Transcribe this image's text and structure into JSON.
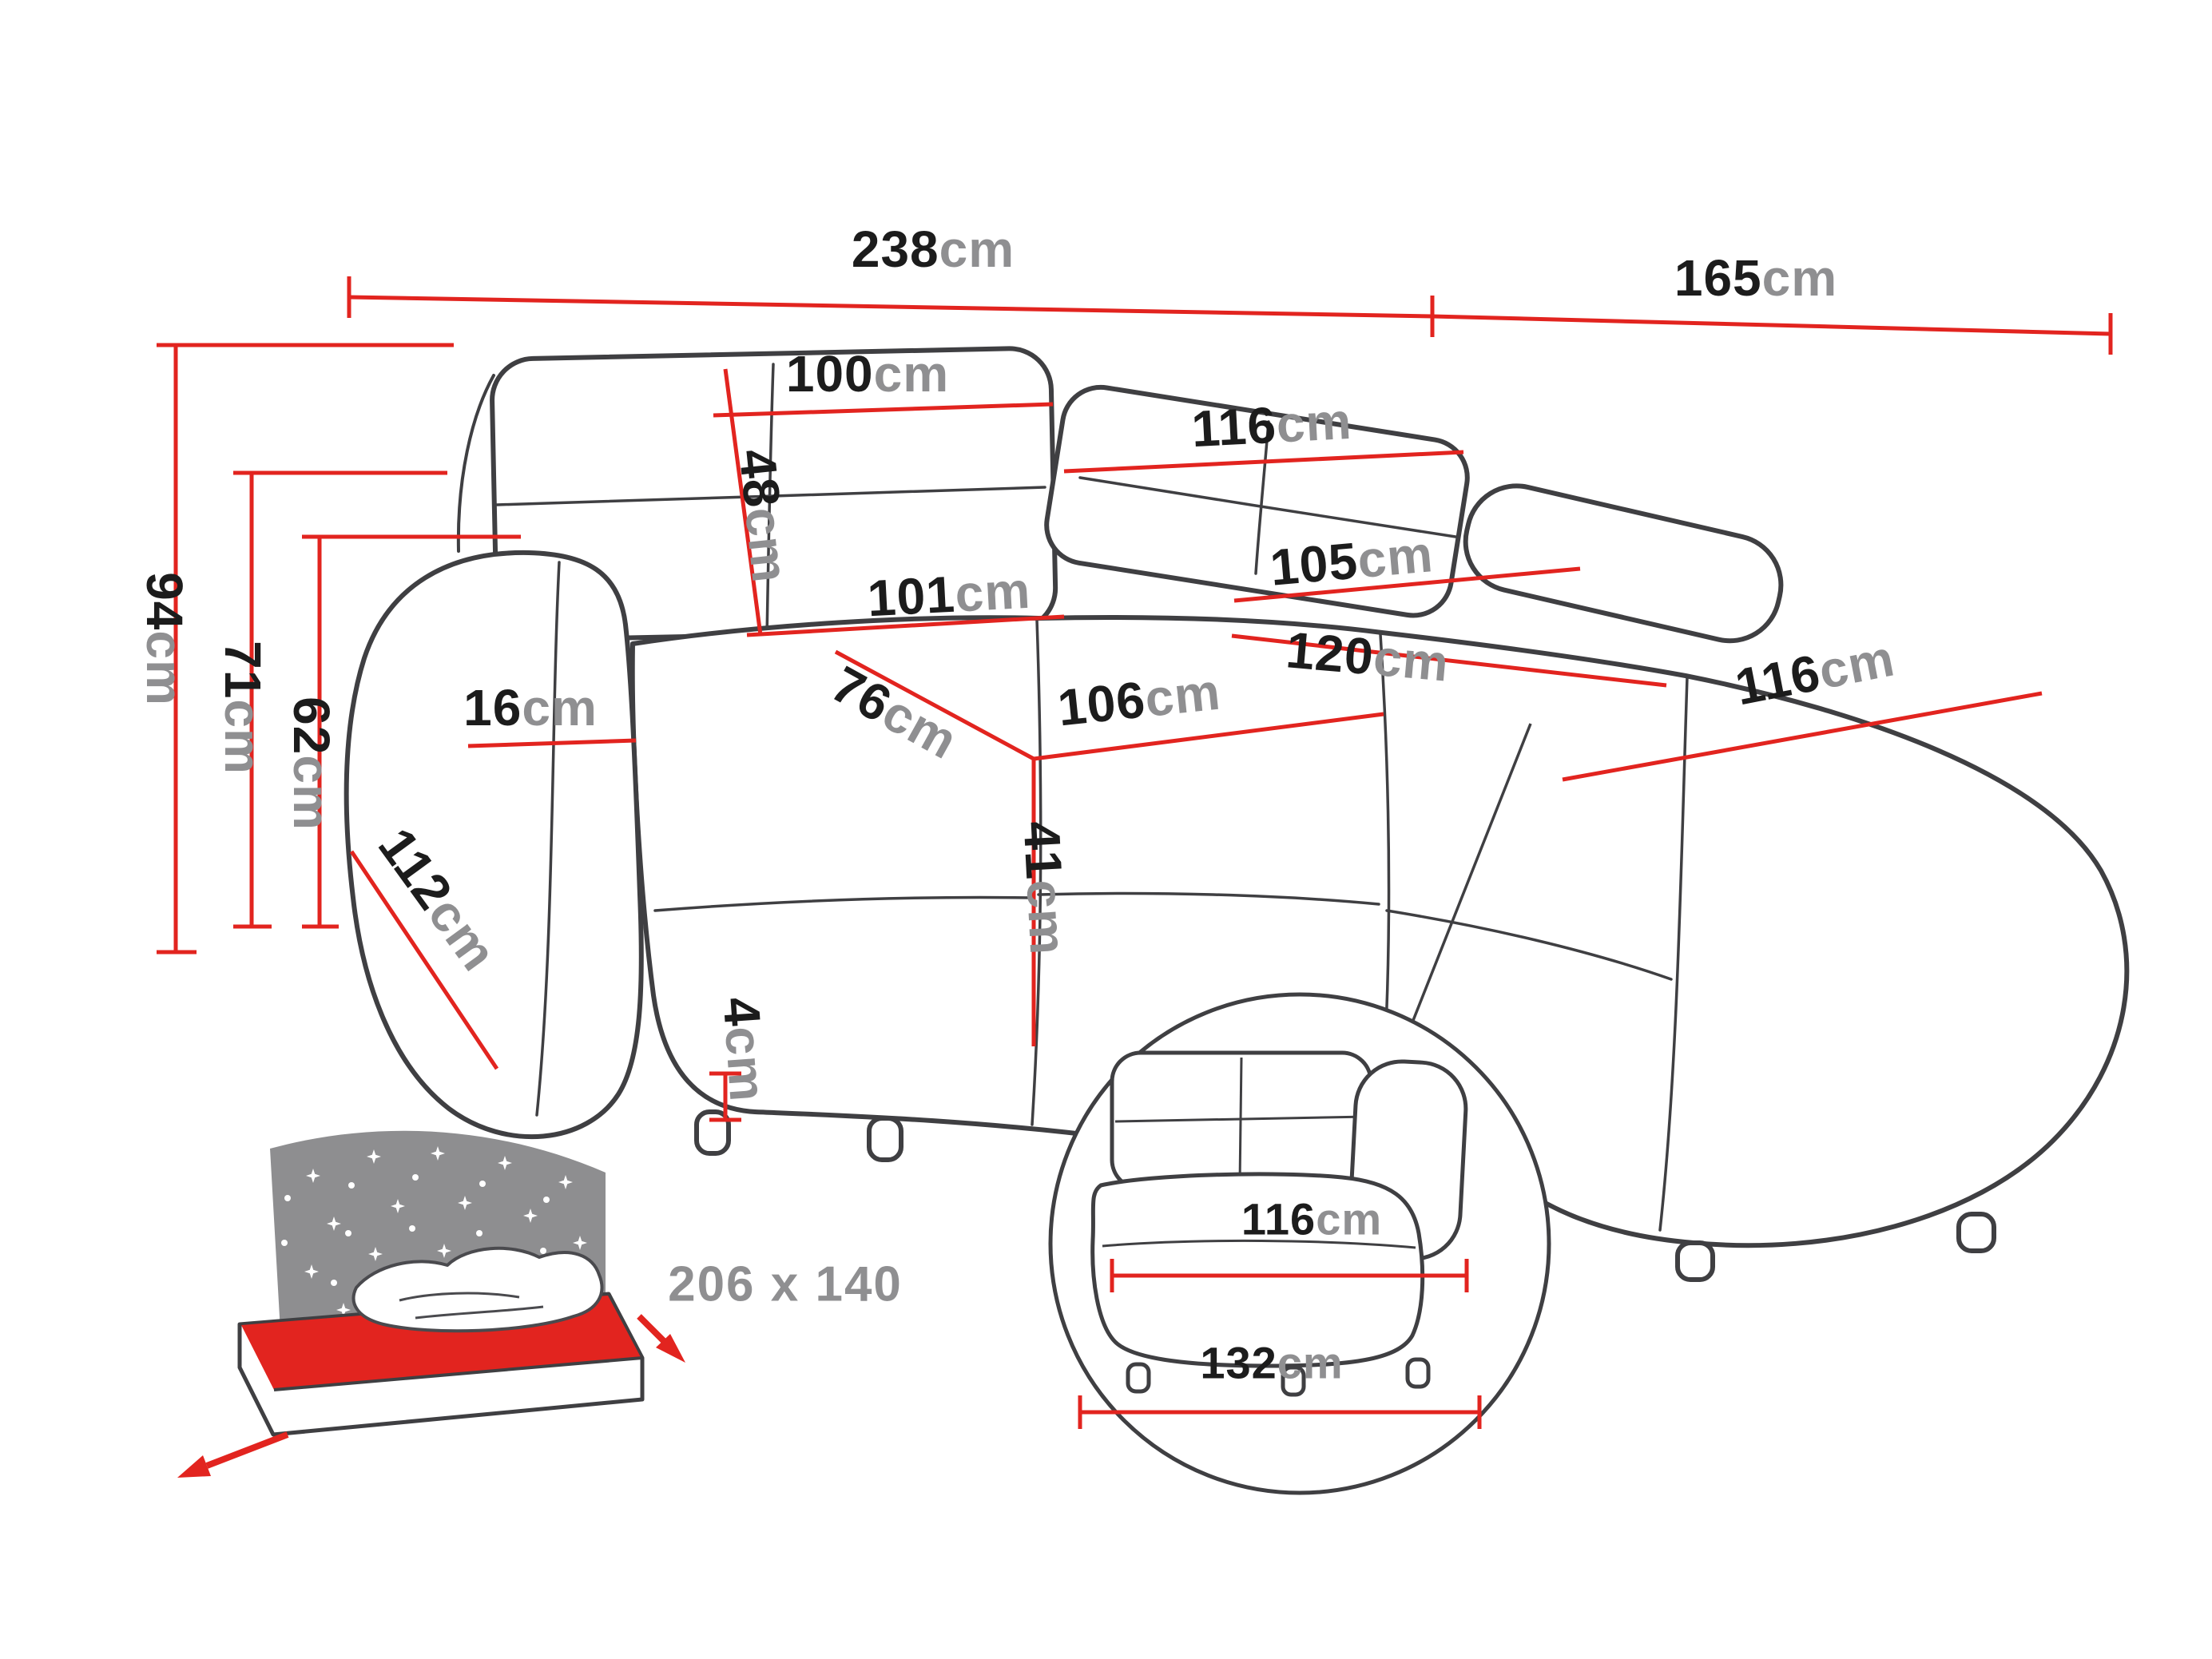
{
  "diagram": {
    "type": "corner-sofa-dimensions",
    "unit_default": "cm"
  },
  "dimensions": {
    "overall_width": {
      "value": "238",
      "unit": "cm"
    },
    "overall_depth": {
      "value": "165",
      "unit": "cm"
    },
    "overall_height": {
      "value": "94",
      "unit": "cm"
    },
    "armrest_height": {
      "value": "71",
      "unit": "cm"
    },
    "seat_back_height": {
      "value": "62",
      "unit": "cm"
    },
    "back_cushion_width_left": {
      "value": "100",
      "unit": "cm"
    },
    "back_cushion_height": {
      "value": "48",
      "unit": "cm"
    },
    "back_cushion_width_right": {
      "value": "116",
      "unit": "cm"
    },
    "seat_width_left": {
      "value": "101",
      "unit": "cm"
    },
    "corner_seat_depth": {
      "value": "105",
      "unit": "cm"
    },
    "seat_depth_diagonal": {
      "value": "76",
      "unit": "cm"
    },
    "corner_seat_width": {
      "value": "120",
      "unit": "cm"
    },
    "seat_width_middle": {
      "value": "106",
      "unit": "cm"
    },
    "armrest_width": {
      "value": "16",
      "unit": "cm"
    },
    "chaise_seat_width": {
      "value": "116",
      "unit": "cm"
    },
    "armrest_length": {
      "value": "112",
      "unit": "cm"
    },
    "seat_height": {
      "value": "41",
      "unit": "cm"
    },
    "leg_height": {
      "value": "4",
      "unit": "cm"
    }
  },
  "sleeping_area": {
    "label": "206 x 140"
  },
  "inset": {
    "module_seat_width": {
      "value": "116",
      "unit": "cm"
    },
    "module_total_width": {
      "value": "132",
      "unit": "cm"
    }
  },
  "colors": {
    "dimension_red": "#e2241f",
    "outline_gray": "#3f3f42",
    "unit_gray": "#8f8f91",
    "number_black": "#1c1c1c",
    "headboard_gray": "#8e8e90"
  }
}
